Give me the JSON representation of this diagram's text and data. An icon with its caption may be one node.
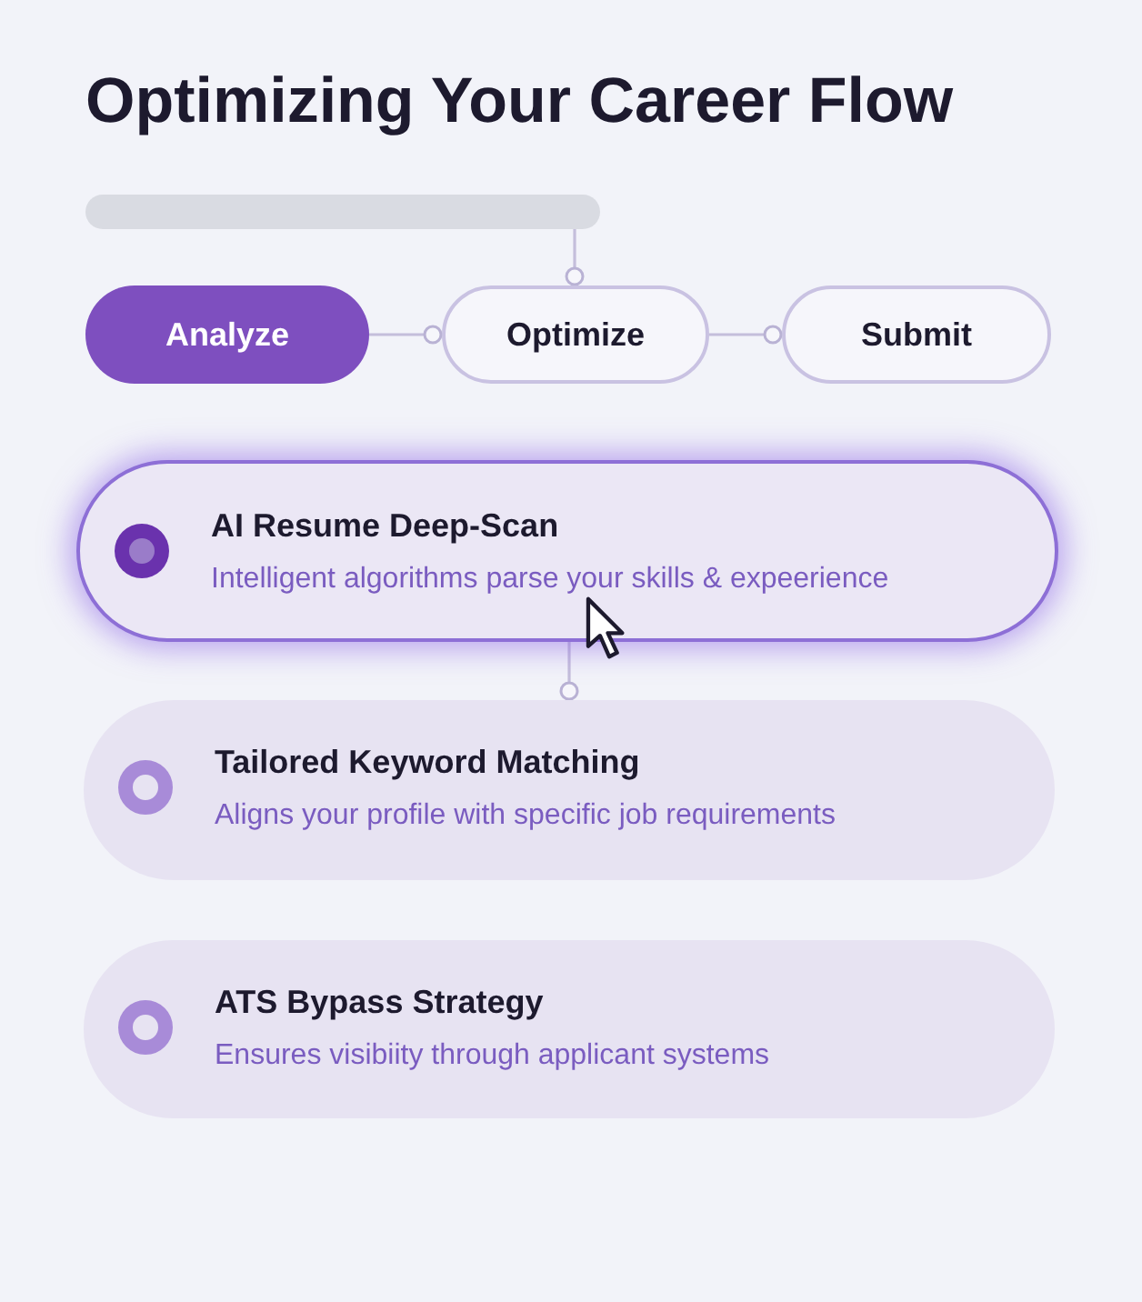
{
  "diagram": {
    "title": "Optimizing Your Career Flow",
    "nodes": [
      {
        "text": [],
        "shape": "bar"
      },
      {
        "text": [
          "Analyze"
        ]
      },
      {
        "text": [
          "Optimize"
        ]
      },
      {
        "text": [
          "Submit"
        ]
      },
      {
        "text": [
          "AI Resume Deep-Scan",
          "Intelligent algorithms parse your skills & expeerience"
        ]
      },
      {
        "text": [
          "Tailored Keyword Matching",
          "Aligns your profile with specific job requirements"
        ]
      },
      {
        "text": [
          "ATS Bypass Strategy",
          "Ensures visibiity through applicant systems"
        ]
      }
    ],
    "edges": [
      {
        "from": 0,
        "to": 2,
        "arrow": "other"
      },
      {
        "from": 1,
        "to": 2,
        "arrow": "other"
      },
      {
        "from": 2,
        "to": 3,
        "arrow": "other"
      },
      {
        "from": 4,
        "to": 5,
        "arrow": "other"
      }
    ]
  }
}
